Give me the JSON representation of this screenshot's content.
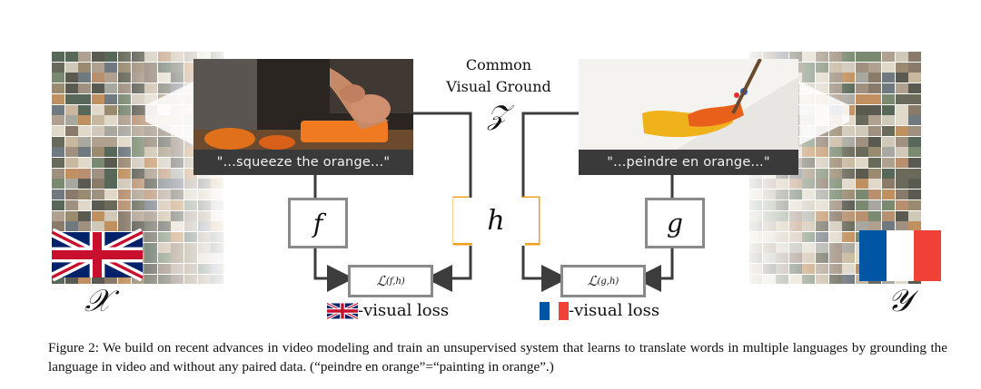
{
  "figure": {
    "common_label_line1": "Common",
    "common_label_line2": "Visual Ground",
    "z_symbol": "𝒵",
    "left_subtitle": "\"...squeeze the orange...\"",
    "right_subtitle": "\"...peindre en orange...\"",
    "f_label": "f",
    "g_label": "g",
    "h_label": "h",
    "loss_left_main": "ℒ",
    "loss_left_sub": "(f,h)",
    "loss_right_main": "ℒ",
    "loss_right_sub": "(g,h)",
    "left_domain": "𝒳",
    "right_domain": "𝒴",
    "left_visual_loss": "-visual loss",
    "right_visual_loss": "-visual loss",
    "colors": {
      "box_gray": "#8a8a8a",
      "arrow_dark": "#3c3c3c",
      "h_orange": "#f0a020",
      "uk_blue": "#012169",
      "uk_red": "#c8102e",
      "fr_blue": "#0055a4",
      "fr_red": "#ef4135"
    }
  },
  "caption": {
    "text": "Figure 2:  We build on recent advances in video modeling and train an unsupervised system that learns to translate words in multiple languages by grounding the language in video and without any paired data. (“peindre en orange”=“painting in orange”.)"
  }
}
